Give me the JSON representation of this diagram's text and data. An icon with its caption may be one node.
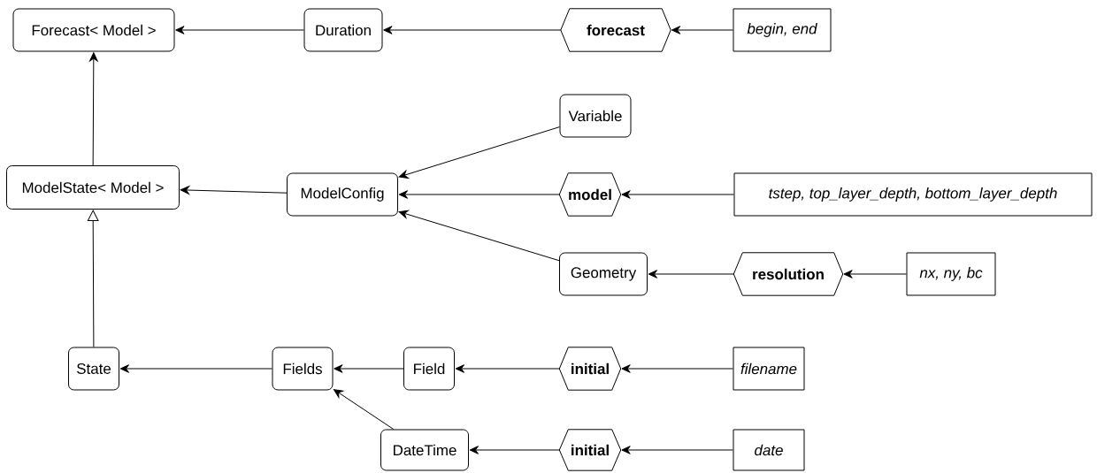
{
  "diagram": {
    "nodes": [
      {
        "text": [
          "Forecast< Model >"
        ]
      },
      {
        "text": [
          "Duration"
        ]
      },
      {
        "text": [
          "forecast"
        ]
      },
      {
        "text": [
          "begin, end"
        ]
      },
      {
        "text": [
          "Variable"
        ]
      },
      {
        "text": [
          "ModelState< Model >"
        ]
      },
      {
        "text": [
          "ModelConfig"
        ]
      },
      {
        "text": [
          "model"
        ]
      },
      {
        "text": [
          "tstep, top_layer_depth, bottom_layer_depth"
        ]
      },
      {
        "text": [
          "Geometry"
        ]
      },
      {
        "text": [
          "resolution"
        ]
      },
      {
        "text": [
          "nx, ny, bc"
        ]
      },
      {
        "text": [
          "State"
        ]
      },
      {
        "text": [
          "Fields"
        ]
      },
      {
        "text": [
          "Field"
        ]
      },
      {
        "text": [
          "initial"
        ]
      },
      {
        "text": [
          "filename"
        ]
      },
      {
        "text": [
          "DateTime"
        ]
      },
      {
        "text": [
          "initial"
        ]
      },
      {
        "text": [
          "date"
        ]
      }
    ],
    "edges": [
      {
        "from": 1,
        "to": 0,
        "arrow": "to"
      },
      {
        "from": 2,
        "to": 1,
        "arrow": "to"
      },
      {
        "from": 3,
        "to": 2,
        "arrow": "to"
      },
      {
        "from": 5,
        "to": 0,
        "arrow": "to"
      },
      {
        "from": 6,
        "to": 5,
        "arrow": "to"
      },
      {
        "from": 4,
        "to": 6,
        "arrow": "to"
      },
      {
        "from": 7,
        "to": 6,
        "arrow": "to"
      },
      {
        "from": 9,
        "to": 6,
        "arrow": "to"
      },
      {
        "from": 8,
        "to": 7,
        "arrow": "to"
      },
      {
        "from": 10,
        "to": 9,
        "arrow": "to"
      },
      {
        "from": 11,
        "to": 10,
        "arrow": "to"
      },
      {
        "from": 12,
        "to": 5,
        "arrow": "to"
      },
      {
        "from": 13,
        "to": 12,
        "arrow": "to"
      },
      {
        "from": 14,
        "to": 13,
        "arrow": "to"
      },
      {
        "from": 17,
        "to": 13,
        "arrow": "to"
      },
      {
        "from": 15,
        "to": 14,
        "arrow": "to"
      },
      {
        "from": 16,
        "to": 15,
        "arrow": "to"
      },
      {
        "from": 18,
        "to": 17,
        "arrow": "to"
      },
      {
        "from": 19,
        "to": 18,
        "arrow": "to"
      }
    ]
  }
}
